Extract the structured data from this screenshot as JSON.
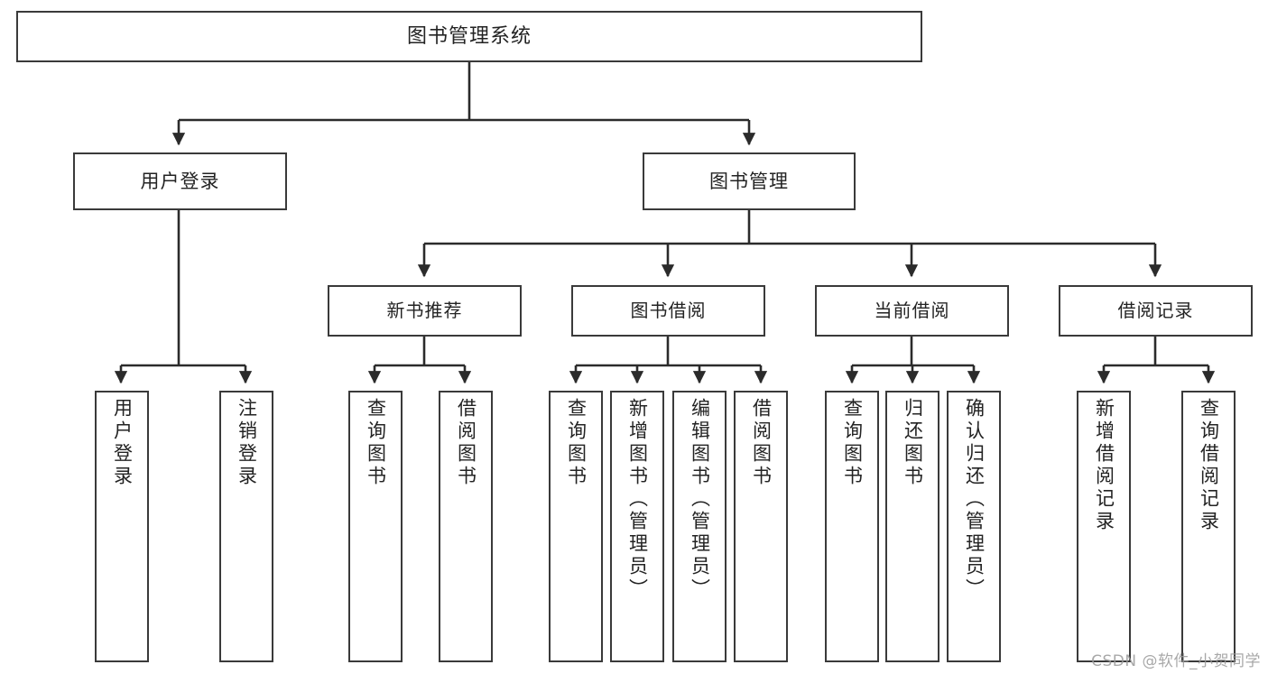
{
  "diagram": {
    "title": "图书管理系统",
    "type": "functional-structure-tree",
    "watermark": "CSDN @软件_小贺同学",
    "colors": {
      "box_border": "#3a3a3a",
      "box_fill": "#ffffff",
      "edge": "#2b2b2b",
      "text": "#232323",
      "watermark": "#9a9a9a"
    },
    "root": {
      "label": "图书管理系统"
    },
    "level2": [
      {
        "label": "用户登录"
      },
      {
        "label": "图书管理"
      }
    ],
    "level3": [
      {
        "label": "新书推荐"
      },
      {
        "label": "图书借阅"
      },
      {
        "label": "当前借阅"
      },
      {
        "label": "借阅记录"
      }
    ],
    "leaves": {
      "user_login": [
        {
          "label": "用户登录"
        },
        {
          "label": "注销登录"
        }
      ],
      "new_book_recommend": [
        {
          "label": "查询图书"
        },
        {
          "label": "借阅图书"
        }
      ],
      "book_borrow": [
        {
          "label": "查询图书"
        },
        {
          "label": "新增图书（管理员）"
        },
        {
          "label": "编辑图书（管理员）"
        },
        {
          "label": "借阅图书"
        }
      ],
      "current_borrow": [
        {
          "label": "查询图书"
        },
        {
          "label": "归还图书"
        },
        {
          "label": "确认归还（管理员）"
        }
      ],
      "borrow_record": [
        {
          "label": "新增借阅记录"
        },
        {
          "label": "查询借阅记录"
        }
      ]
    }
  }
}
